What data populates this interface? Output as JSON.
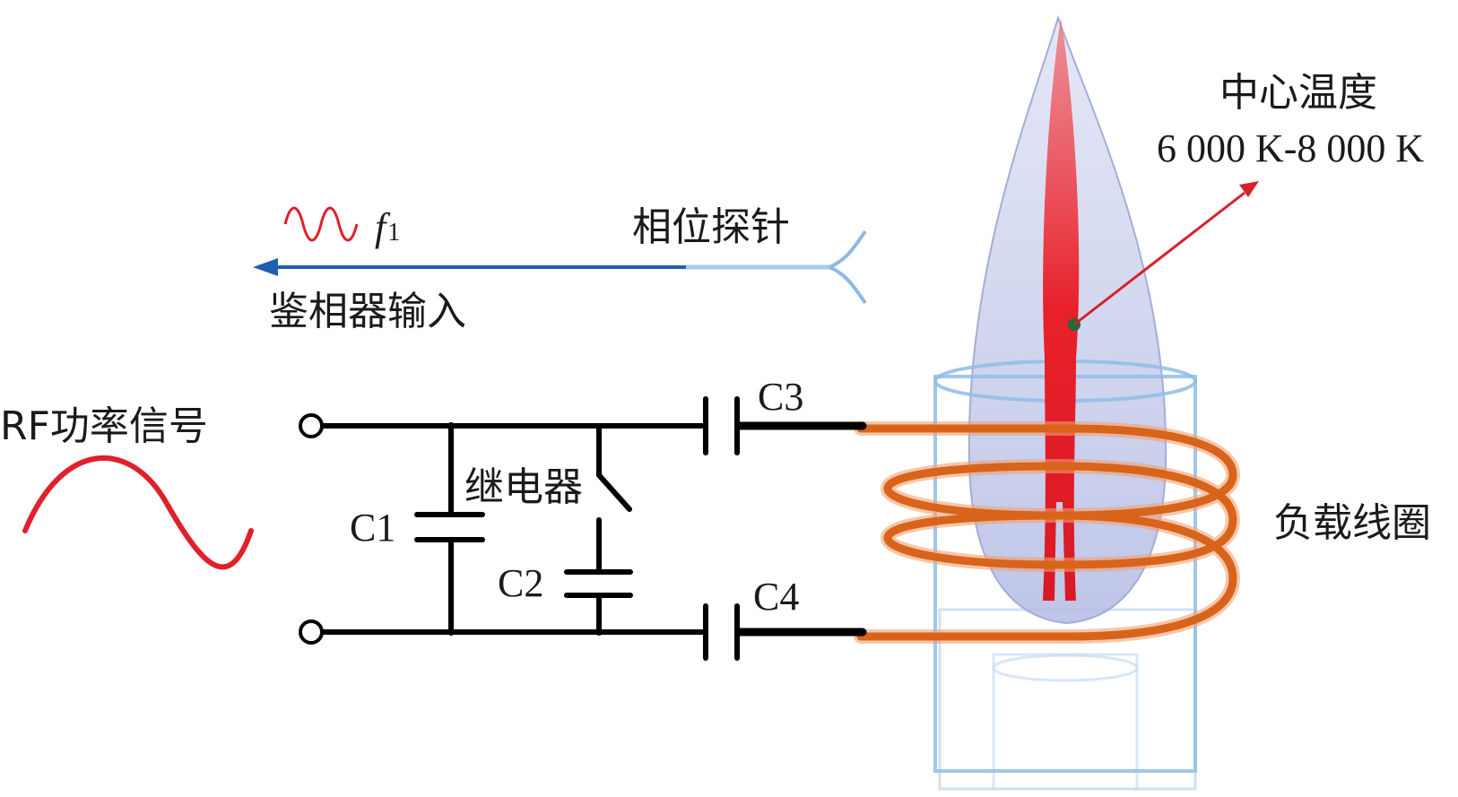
{
  "labels": {
    "center_temp_title": "中心温度",
    "center_temp_range": "6 000 K-8 000 K",
    "phase_probe": "相位探针",
    "freq_symbol": "f",
    "freq_subscript": "1",
    "phase_detector_input": "鉴相器输入",
    "rf_power_signal": "RF功率信号",
    "relay": "继电器",
    "c1": "C1",
    "c2": "C2",
    "c3": "C3",
    "c4": "C4",
    "load_coil": "负载线圈"
  },
  "colors": {
    "wire": "#000000",
    "signal_wave": "#e0202a",
    "probe_arrow": "#1f5fb0",
    "probe_line_light": "#a9c8ea",
    "coil": "#d8641c",
    "coil_glow": "#f1a070",
    "plasma_outer": "#b8bfe6",
    "plasma_core": "#e8202a",
    "tube": "#8fbde6",
    "pointer": "#d8202a"
  },
  "icons": {
    "terminal": "terminal-circle-icon",
    "capacitor": "capacitor-symbol-icon",
    "switch": "relay-switch-icon",
    "antenna": "probe-antenna-icon"
  }
}
